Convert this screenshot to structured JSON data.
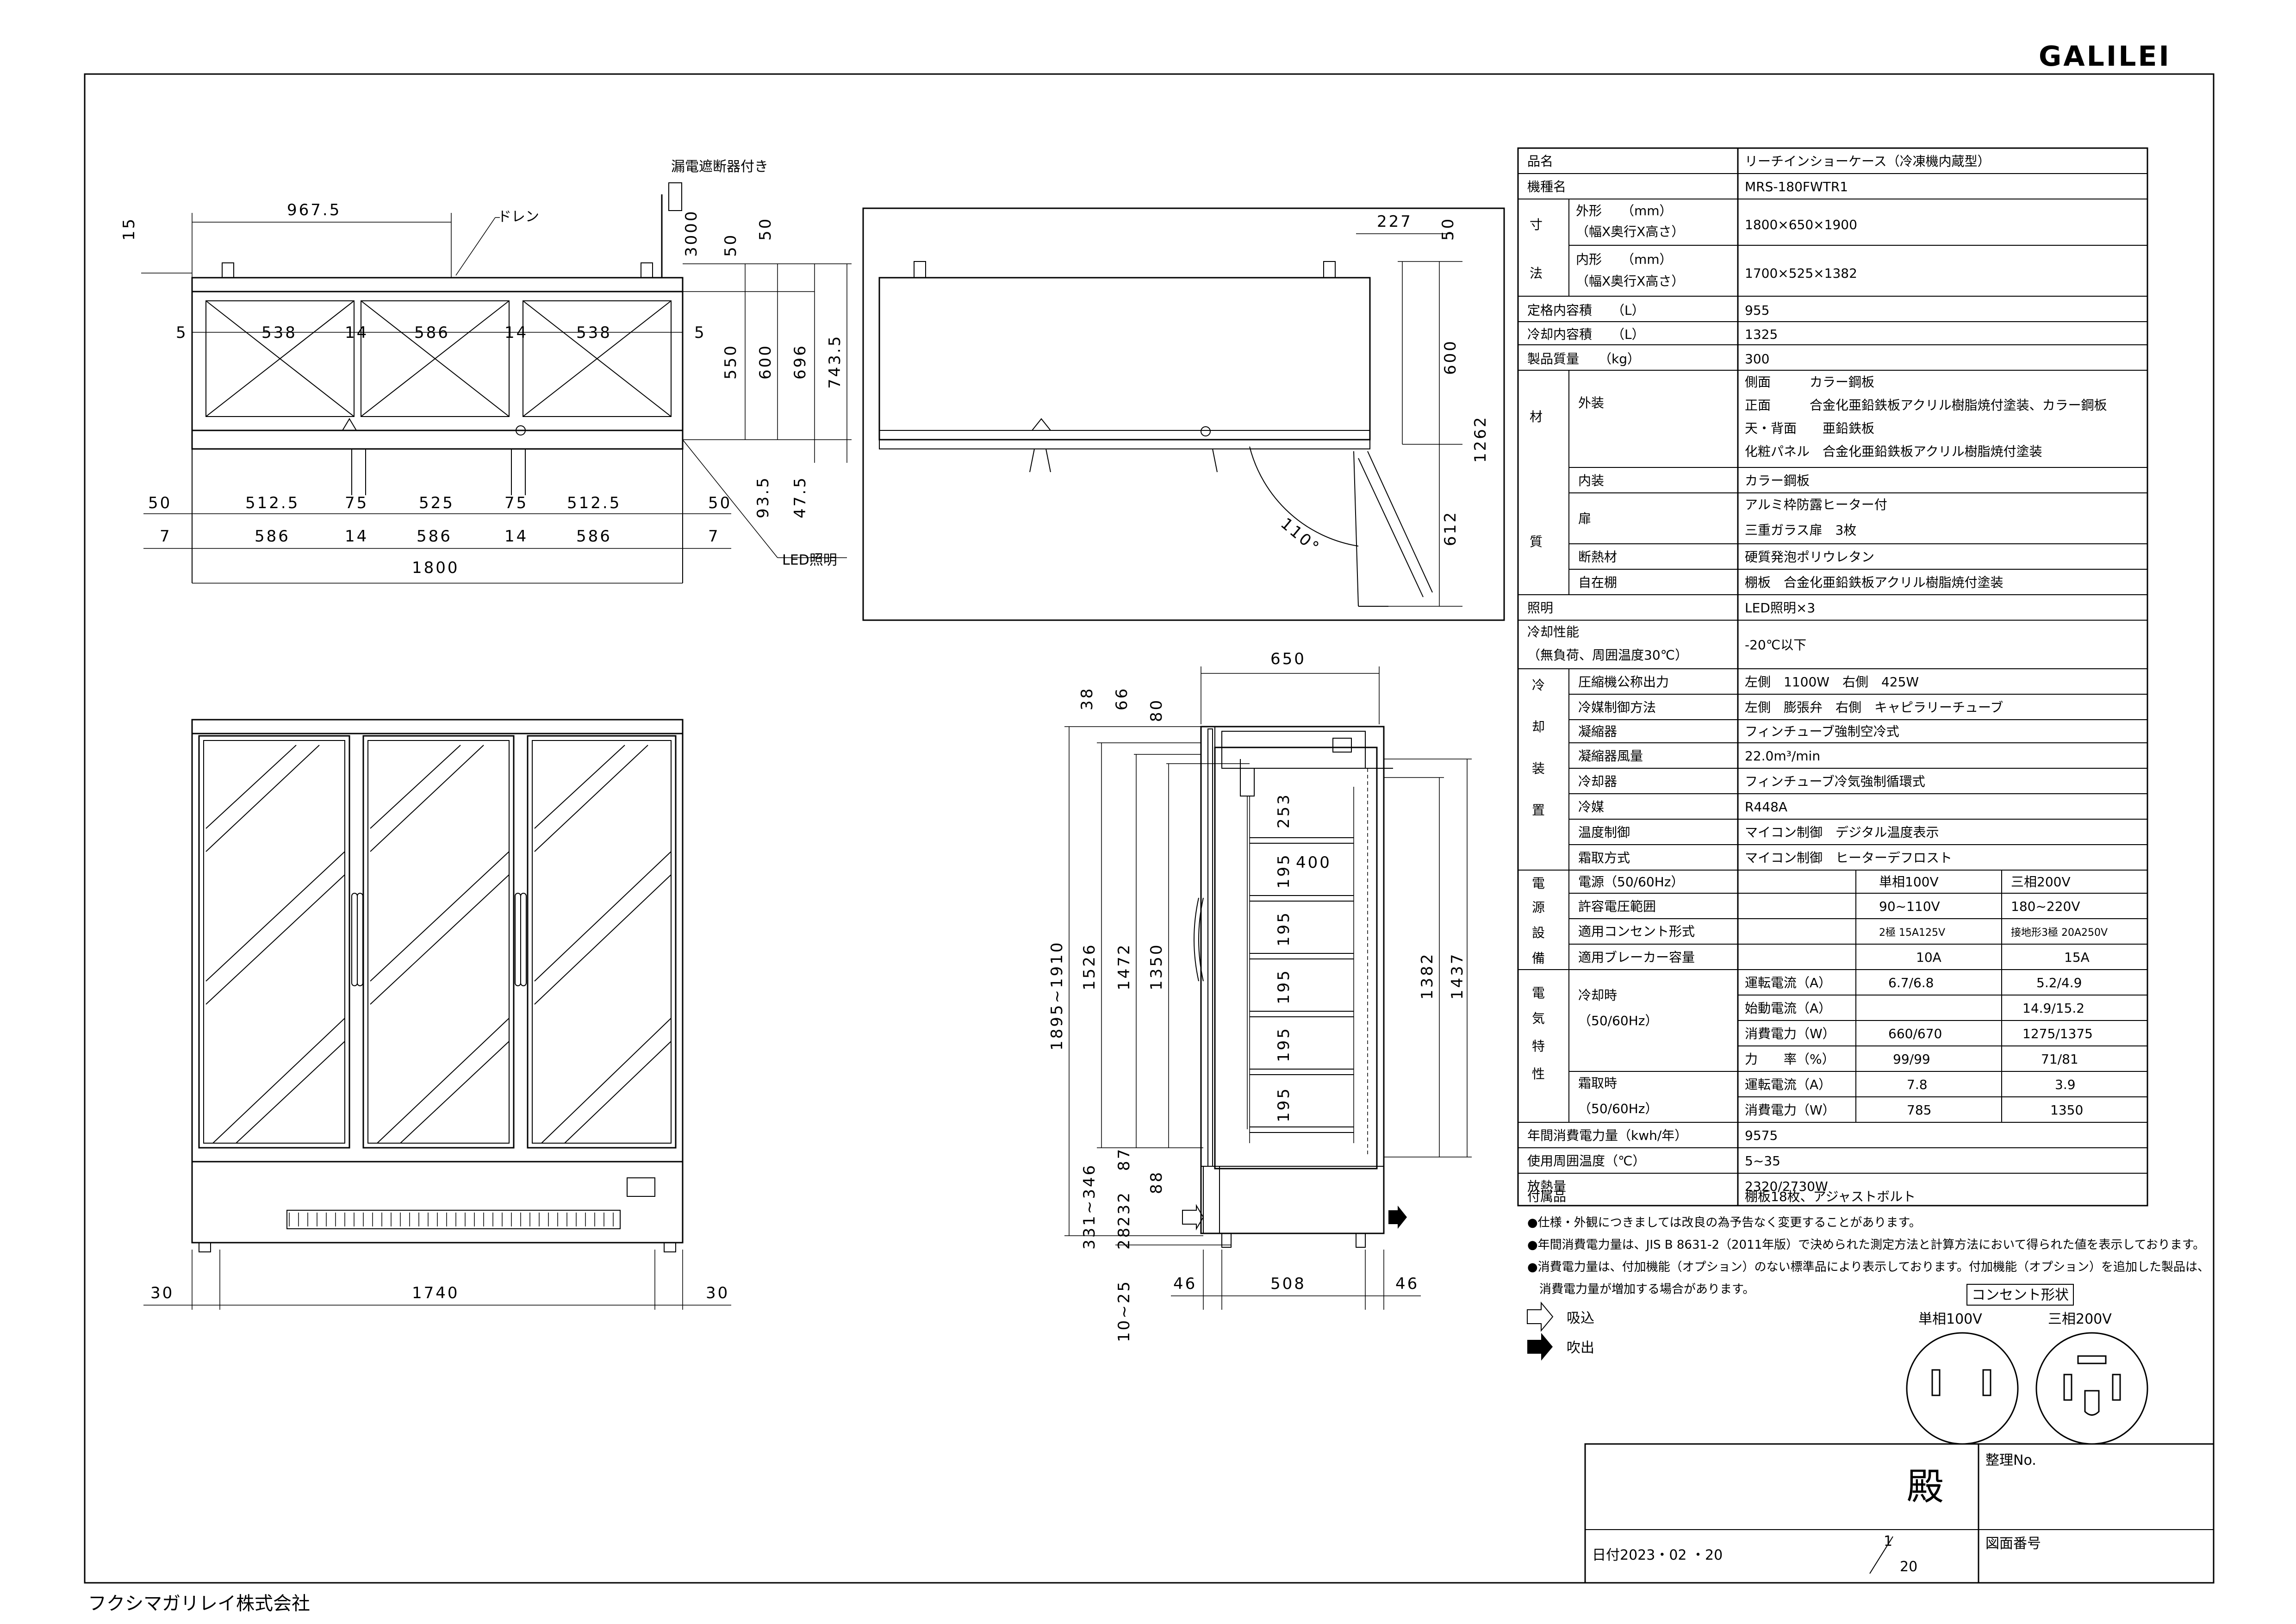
{
  "brand": "GALILEI",
  "company": "フクシマガリレイ株式会社",
  "labels": {
    "leakage_breaker": "漏電遮断器付き",
    "drain": "ドレン",
    "led": "LED照明",
    "angle": "110°",
    "suction": "吸込",
    "exhaust": "吹出",
    "outlet_title": "コンセント形状",
    "outlet_single": "単相100V",
    "outlet_three": "三相200V"
  },
  "dims_top": {
    "d967": "967.5",
    "d15": "15",
    "d3000": "3000",
    "d50a": "50",
    "d50b": "50",
    "d5a": "5",
    "d538a": "538",
    "d14a": "14",
    "d586": "586",
    "d14b": "14",
    "d538b": "538",
    "d5b": "5",
    "d550": "550",
    "d600": "600",
    "d696": "696",
    "d743": "743.5",
    "d50c": "50",
    "d512a": "512.5",
    "d75a": "75",
    "d525": "525",
    "d75b": "75",
    "d512b": "512.5",
    "d50d": "50",
    "d93": "93.5",
    "d47": "47.5",
    "d7a": "7",
    "d586a": "586",
    "d14c": "14",
    "d586b": "586",
    "d14d": "14",
    "d586c": "586",
    "d7b": "7",
    "d1800": "1800"
  },
  "dims_side_top": {
    "d227": "227",
    "d50": "50",
    "d600": "600",
    "d1262": "1262",
    "d612": "612"
  },
  "dims_front": {
    "d30a": "30",
    "d1740": "1740",
    "d30b": "30"
  },
  "dims_side": {
    "d650": "650",
    "d38": "38",
    "d66": "66",
    "d80": "80",
    "d1895": "1895~1910",
    "d1526": "1526",
    "d1472": "1472",
    "d1350": "1350",
    "d253": "253",
    "d195a": "195",
    "d400": "400",
    "d195b": "195",
    "d195c": "195",
    "d195d": "195",
    "d195e": "195",
    "d1382": "1382",
    "d1437": "1437",
    "d331": "331~346",
    "d28": "28",
    "d232": "232",
    "d87": "87",
    "d88": "88",
    "d10": "10~25",
    "d46a": "46",
    "d508": "508",
    "d46b": "46"
  },
  "spec": {
    "rows": [
      {
        "k": "品名",
        "v": "リーチインショーケース（冷凍機内蔵型）"
      },
      {
        "k": "機種名",
        "v": "MRS-180FWTR1"
      }
    ],
    "size_label_a": "寸",
    "size_label_b": "法",
    "outer_k": "外形　　（mm）",
    "outer_k2": "（幅X奥行X高さ）",
    "outer_v": "1800×650×1900",
    "inner_k": "内形　　（mm）",
    "inner_k2": "（幅X奥行X高さ）",
    "inner_v": "1700×525×1382",
    "rated_k": "定格内容積　　（L）",
    "rated_v": "955",
    "cool_k": "冷却内容積　　（L）",
    "cool_v": "1325",
    "mass_k": "製品質量　　（kg）",
    "mass_v": "300",
    "mat_a": "材",
    "mat_b": "質",
    "ext_k": "外装",
    "ext_v": [
      "側面　　　カラー鋼板",
      "正面　　　合金化亜鉛鉄板アクリル樹脂焼付塗装、カラー鋼板",
      "天・背面　　亜鉛鉄板",
      "化粧パネル　合金化亜鉛鉄板アクリル樹脂焼付塗装"
    ],
    "int_k": "内装",
    "int_v": "カラー鋼板",
    "door_k": "扉",
    "door_v1": "アルミ枠防露ヒーター付",
    "door_v2": "三重ガラス扉　3枚",
    "ins_k": "断熱材",
    "ins_v": "硬質発泡ポリウレタン",
    "shelf_k": "自在棚",
    "shelf_v": "棚板　合金化亜鉛鉄板アクリル樹脂焼付塗装",
    "light_k": "照明",
    "light_v": "LED照明×3",
    "perf_k": "冷却性能",
    "perf_k2": "（無負荷、周囲温度30℃）",
    "perf_v": "-20℃以下",
    "cool_dev": [
      "冷",
      "却",
      "装",
      "置"
    ],
    "cool_rows": [
      {
        "k": "圧縮機公称出力",
        "v": "左側　1100W　右側　425W"
      },
      {
        "k": "冷媒制御方法",
        "v": "左側　膨張弁　右側　キャピラリーチューブ"
      },
      {
        "k": "凝縮器",
        "v": "フィンチューブ強制空冷式"
      },
      {
        "k": "凝縮器風量",
        "v": "22.0m³/min"
      },
      {
        "k": "冷却器",
        "v": "フィンチューブ冷気強制循環式"
      },
      {
        "k": "冷媒",
        "v": "R448A"
      },
      {
        "k": "温度制御",
        "v": "マイコン制御　デジタル温度表示"
      },
      {
        "k": "霜取方式",
        "v": "マイコン制御　ヒーターデフロスト"
      }
    ],
    "pwr_dev": [
      "電",
      "源",
      "設",
      "備"
    ],
    "pwr_rows": [
      {
        "k": "電源（50/60Hz）",
        "a": "単相100V",
        "b": "三相200V"
      },
      {
        "k": "許容電圧範囲",
        "a": "90~110V",
        "b": "180~220V"
      },
      {
        "k": "適用コンセント形式",
        "a": "2極 15A125V",
        "b": "接地形3極 20A250V"
      },
      {
        "k": "適用ブレーカー容量",
        "a": "10A",
        "b": "15A"
      }
    ],
    "elec_dev": [
      "電",
      "気",
      "特",
      "性"
    ],
    "elec_cool_k": "冷却時",
    "elec_cool_k2": "（50/60Hz）",
    "elec_def_k": "霜取時",
    "elec_def_k2": "（50/60Hz）",
    "elec_rows": [
      {
        "k": "運転電流（A）",
        "a": "6.7/6.8",
        "b": "5.2/4.9"
      },
      {
        "k": "始動電流（A）",
        "a": "",
        "b": "14.9/15.2"
      },
      {
        "k": "消費電力（W）",
        "a": "660/670",
        "b": "1275/1375"
      },
      {
        "k": "力　　率（%）",
        "a": "99/99",
        "b": "71/81"
      },
      {
        "k": "運転電流（A）",
        "a": "7.8",
        "b": "3.9"
      },
      {
        "k": "消費電力（W）",
        "a": "785",
        "b": "1350"
      }
    ],
    "annual_k": "年間消費電力量（kwh/年）",
    "annual_v": "9575",
    "temp_k": "使用周囲温度（℃）",
    "temp_v": "5~35",
    "heat_k": "放熱量",
    "heat_v": "2320/2730W",
    "acc_k": "付属品",
    "acc_v": "棚板18枚、アジャストボルト"
  },
  "notes": [
    "●仕様・外観につきましては改良の為予告なく変更することがあります。",
    "●年間消費電力量は、JIS B 8631-2（2011年版）で決められた測定方法と計算方法において得られた値を表示しております。",
    "●消費電力量は、付加機能（オプション）のない標準品により表示しております。付加機能（オプション）を追加した製品は、",
    "　消費電力量が増加する場合があります。"
  ],
  "titleblock": {
    "dono": "殿",
    "seiri": "整理No.",
    "date": "日付2023・02 ・20",
    "scale_n": "1",
    "scale_d": "20",
    "zumen": "図面番号"
  }
}
